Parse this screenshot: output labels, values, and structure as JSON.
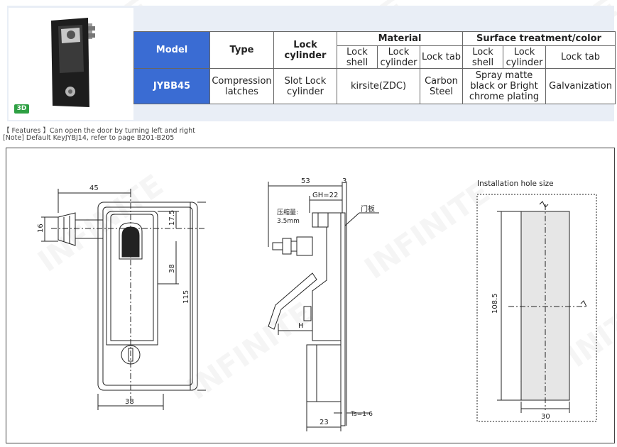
{
  "watermark": "INFINITE",
  "product": {
    "badge": "3D"
  },
  "table": {
    "model_header": "Model",
    "type_header": "Type",
    "lock_cylinder_header": "Lock cylinder",
    "material_header": "Material",
    "surface_header": "Surface treatment/color",
    "sub_lock_shell": "Lock shell",
    "sub_lock_cylinder": "Lock cylinder",
    "sub_lock_tab": "Lock tab",
    "row": {
      "model": "JYBB45",
      "type": "Compression latches",
      "lock_cylinder": "Slot Lock cylinder",
      "material_shell_cylinder": "kirsite(ZDC)",
      "material_tab": "Carbon Steel",
      "surface_shell_cylinder": "Spray matte black or Bright chrome plating",
      "surface_tab": "Galvanization"
    }
  },
  "features": "【 Features 】Can open the door by turning left and right",
  "note": "[Note] Default KeyJYBJ14, refer to page B201-B205",
  "front_view": {
    "dim_width_top": "45",
    "dim_left": "16",
    "dim_17_5": "17.5",
    "dim_38_v": "38",
    "dim_115": "115",
    "dim_38_bottom": "38"
  },
  "side_view": {
    "dim_53": "53",
    "dim_3": "3",
    "dim_gh": "GH=22",
    "compression_label": "压缩量:",
    "compression_value": "3.5mm",
    "door_panel": "门板",
    "dim_h": "H",
    "dim_ts": "Ts=1-6",
    "dim_23": "23"
  },
  "hole_view": {
    "title": "Installation hole size",
    "dim_108_5": "108.5",
    "dim_30": "30"
  }
}
